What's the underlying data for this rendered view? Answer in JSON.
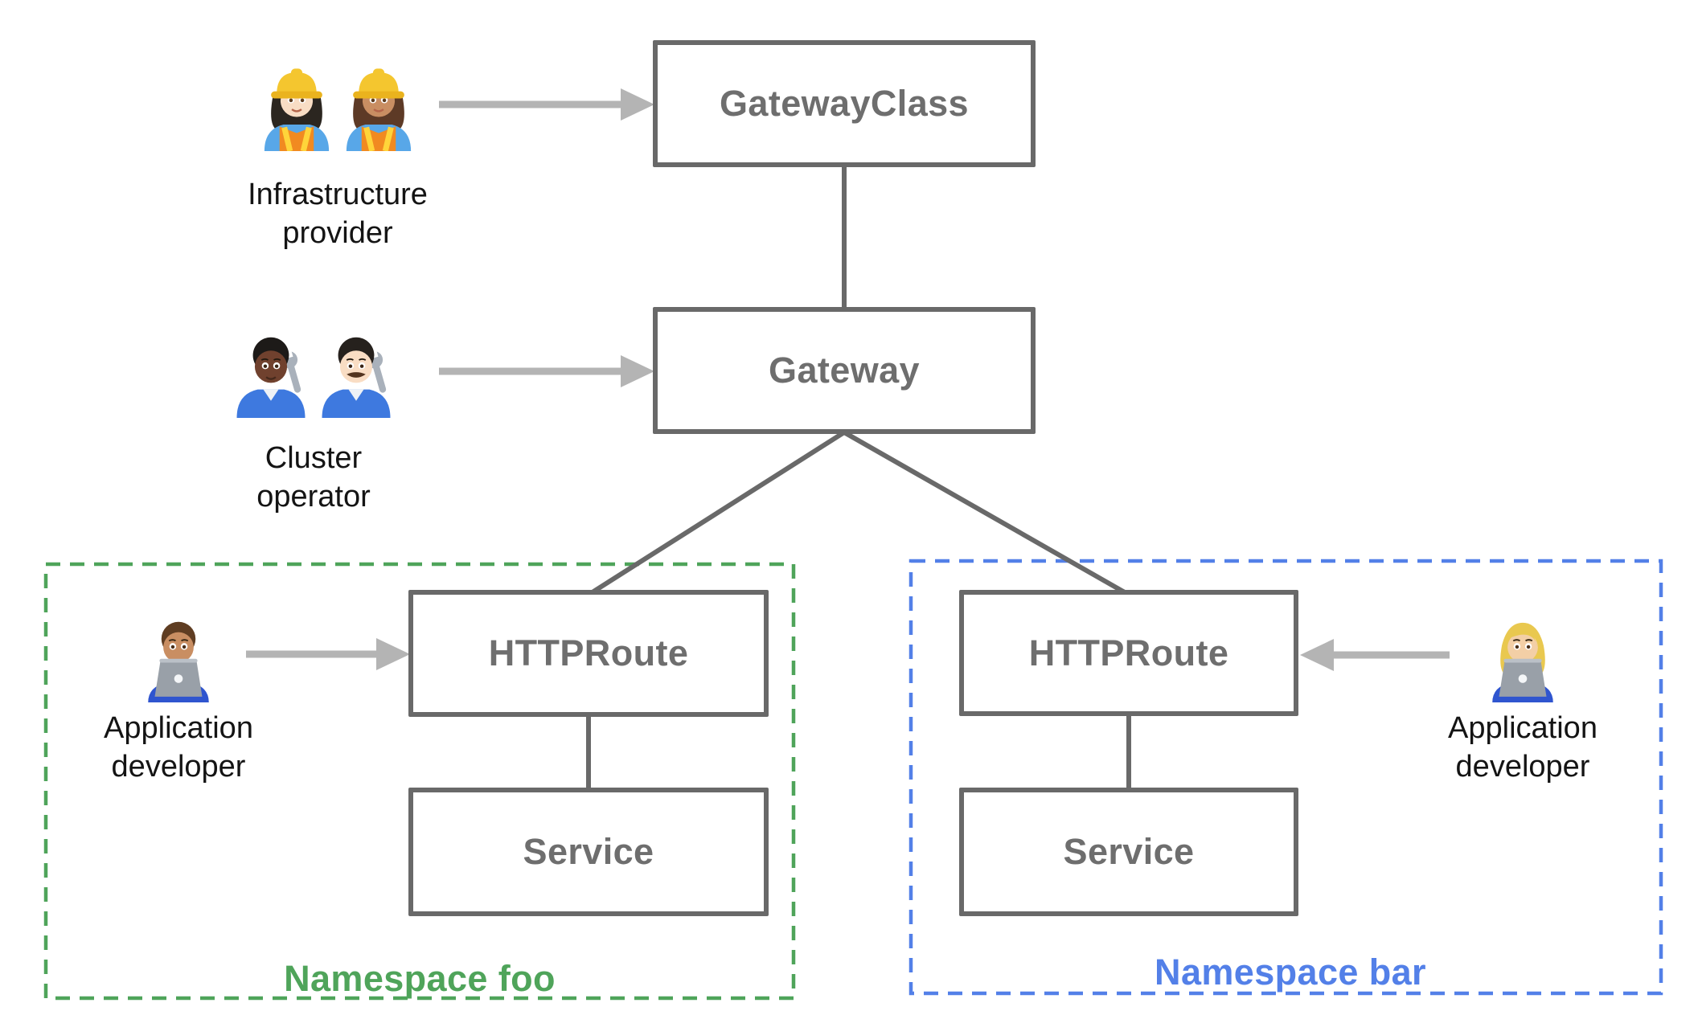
{
  "colors": {
    "background": "#ffffff",
    "box_border": "#696969",
    "box_text": "#6e6e6e",
    "connector": "#696969",
    "arrow": "#b4b4b4",
    "namespace_foo": "#4fa45a",
    "namespace_bar": "#5380e8",
    "persona_text": "#141414"
  },
  "nodes": {
    "gatewayclass": {
      "label": "GatewayClass"
    },
    "gateway": {
      "label": "Gateway"
    },
    "httproute_foo": {
      "label": "HTTPRoute"
    },
    "service_foo": {
      "label": "Service"
    },
    "httproute_bar": {
      "label": "HTTPRoute"
    },
    "service_bar": {
      "label": "Service"
    }
  },
  "namespaces": {
    "foo": {
      "label": "Namespace foo",
      "color": "#4fa45a"
    },
    "bar": {
      "label": "Namespace bar",
      "color": "#5380e8"
    }
  },
  "personas": {
    "infrastructure_provider": {
      "line1": "Infrastructure",
      "line2": "provider",
      "emojis": "👷🏻‍♀️ 👷🏽‍♀️",
      "icons": [
        {
          "name": "woman-construction-worker-light-skin",
          "emoji": "👷🏻‍♀️",
          "type": "construction",
          "skin": "#f9ddc4",
          "hair": "#2b2620"
        },
        {
          "name": "woman-construction-worker-medium-skin",
          "emoji": "👷🏽‍♀️",
          "type": "construction",
          "skin": "#c98e62",
          "hair": "#5d3a26"
        }
      ]
    },
    "cluster_operator": {
      "line1": "Cluster",
      "line2": "operator",
      "emojis": "🧑🏿‍🔧 👨🏻‍🔧",
      "icons": [
        {
          "name": "mechanic-dark-skin",
          "emoji": "🧑🏿‍🔧",
          "type": "mechanic",
          "skin": "#70412e",
          "hair": "#1d1a18"
        },
        {
          "name": "man-mechanic-light-skin",
          "emoji": "👨🏻‍🔧",
          "type": "mechanic",
          "skin": "#f9ddc4",
          "hair": "#26211d",
          "mustache": "#53341f"
        }
      ]
    },
    "app_dev_foo": {
      "line1": "Application",
      "line2": "developer",
      "emojis": "👨🏽‍💻",
      "icons": [
        {
          "name": "man-technologist-medium-skin",
          "emoji": "👨🏽‍💻",
          "type": "technologist",
          "skin": "#c98e62",
          "hair": "#5f3d22",
          "hairstyle": "short"
        }
      ]
    },
    "app_dev_bar": {
      "line1": "Application",
      "line2": "developer",
      "emojis": "👩🏼‍💻",
      "icons": [
        {
          "name": "woman-technologist-blonde",
          "emoji": "👩🏼‍💻",
          "type": "technologist",
          "skin": "#f3cfa6",
          "hair": "#e9c84f",
          "hairstyle": "long"
        }
      ]
    }
  },
  "edges": [
    {
      "from": "GatewayClass",
      "to": "Gateway",
      "style": "line"
    },
    {
      "from": "Gateway",
      "to": "HTTPRoute (namespace foo)",
      "style": "line"
    },
    {
      "from": "Gateway",
      "to": "HTTPRoute (namespace bar)",
      "style": "line"
    },
    {
      "from": "HTTPRoute (namespace foo)",
      "to": "Service (namespace foo)",
      "style": "line"
    },
    {
      "from": "HTTPRoute (namespace bar)",
      "to": "Service (namespace bar)",
      "style": "line"
    },
    {
      "from": "Infrastructure provider",
      "to": "GatewayClass",
      "style": "arrow"
    },
    {
      "from": "Cluster operator",
      "to": "Gateway",
      "style": "arrow"
    },
    {
      "from": "Application developer",
      "to": "HTTPRoute (namespace foo)",
      "style": "arrow"
    },
    {
      "from": "Application developer",
      "to": "HTTPRoute (namespace bar)",
      "style": "arrow"
    }
  ]
}
